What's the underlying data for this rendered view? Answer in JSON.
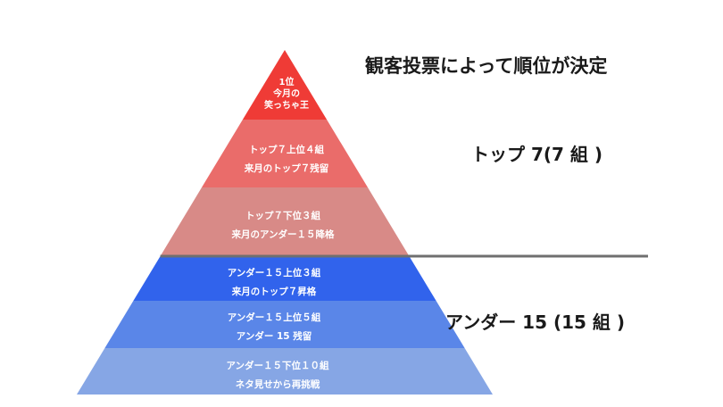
{
  "title": "観客投票によって順位が決定",
  "tiers": [
    {
      "lines": [
        "1位",
        "今月の",
        "笑っちゃ王"
      ],
      "color": "#ef3b36"
    },
    {
      "lines": [
        "トップ７上位４組",
        "来月のトップ７残留"
      ],
      "color": "#ea6c6a"
    },
    {
      "lines": [
        "トップ７下位３組",
        "来月のアンダー１５降格"
      ],
      "color": "#d88a87"
    },
    {
      "lines": [
        "アンダー１５上位３組",
        "来月のトップ７昇格"
      ],
      "color": "#3163ec"
    },
    {
      "lines": [
        "アンダー１５上位５組",
        "アンダー 15 残留"
      ],
      "color": "#5a86e8"
    },
    {
      "lines": [
        "アンダー１５下位１０組",
        "ネタ見せから再挑戦"
      ],
      "color": "#86a6e5"
    }
  ],
  "groups": [
    {
      "label": "トップ 7(7 組 )"
    },
    {
      "label": "アンダー 15 (15 組 )"
    }
  ],
  "divider_color": "#6f6f6f"
}
